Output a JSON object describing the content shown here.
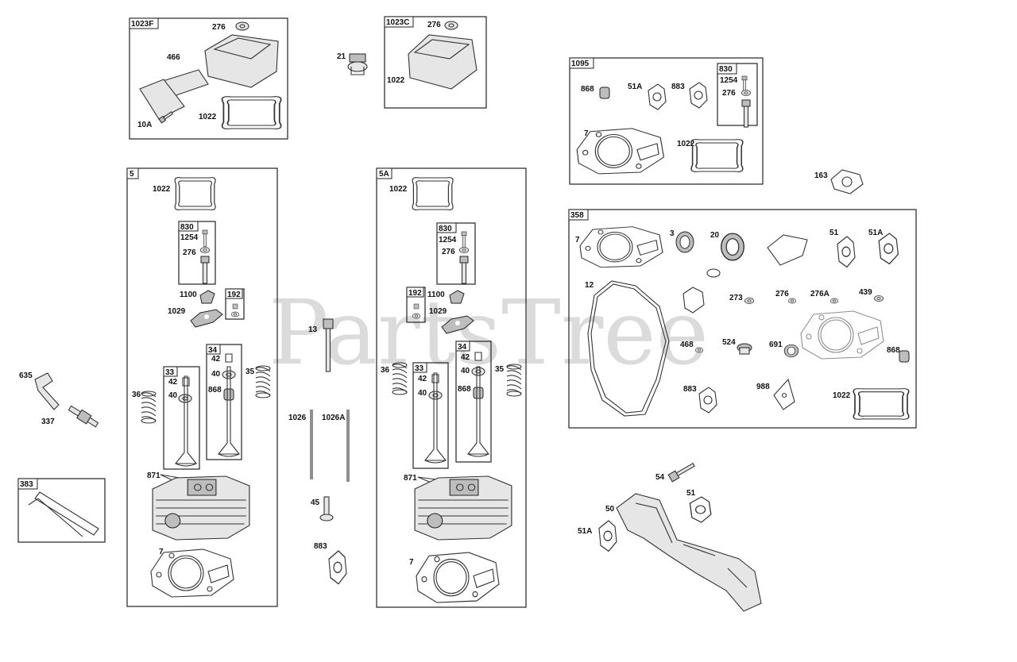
{
  "watermark": "PartsTree",
  "trademark": "™",
  "groups": {
    "g1023F": "1023F",
    "g1023C": "1023C",
    "g1095": "1095",
    "g830": "830",
    "g5": "5",
    "g5A": "5A",
    "g358": "358",
    "g383": "383",
    "g192": "192",
    "g34": "34",
    "g33": "33"
  },
  "labels": {
    "p276": "276",
    "p466": "466",
    "p10A": "10A",
    "p1022": "1022",
    "p21": "21",
    "p868": "868",
    "p51A": "51A",
    "p883": "883",
    "p1254": "1254",
    "p7": "7",
    "p163": "163",
    "p1100": "1100",
    "p1029": "1029",
    "p42": "42",
    "p40": "40",
    "p35": "35",
    "p36": "36",
    "p871": "871",
    "p13": "13",
    "p1026": "1026",
    "p1026A": "1026A",
    "p45": "45",
    "p635": "635",
    "p337": "337",
    "p3": "3",
    "p20": "20",
    "p51": "51",
    "p12": "12",
    "p273": "273",
    "p276A": "276A",
    "p439": "439",
    "p468": "468",
    "p524": "524",
    "p691": "691",
    "p988": "988",
    "p54": "54",
    "p50": "50"
  },
  "colors": {
    "line": "#333333",
    "watermark": "#cfcfcf"
  }
}
